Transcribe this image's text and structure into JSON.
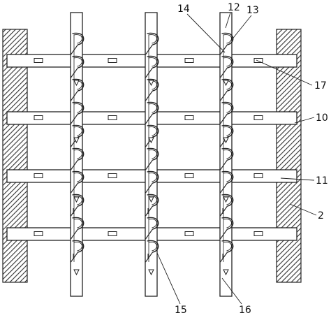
{
  "figure": {
    "labels": {
      "l2": "2",
      "l10": "10",
      "l11": "11",
      "l12": "12",
      "l13": "13",
      "l14": "14",
      "l15": "15",
      "l16": "16",
      "l17": "17"
    },
    "colors": {
      "stroke": "#222222",
      "fill": "#ffffff",
      "hatch": "#333333"
    },
    "parts": {
      "side_walls": 2,
      "horizontal_beams": 4,
      "vertical_posts": 3,
      "spiral_per_post": 10
    }
  }
}
